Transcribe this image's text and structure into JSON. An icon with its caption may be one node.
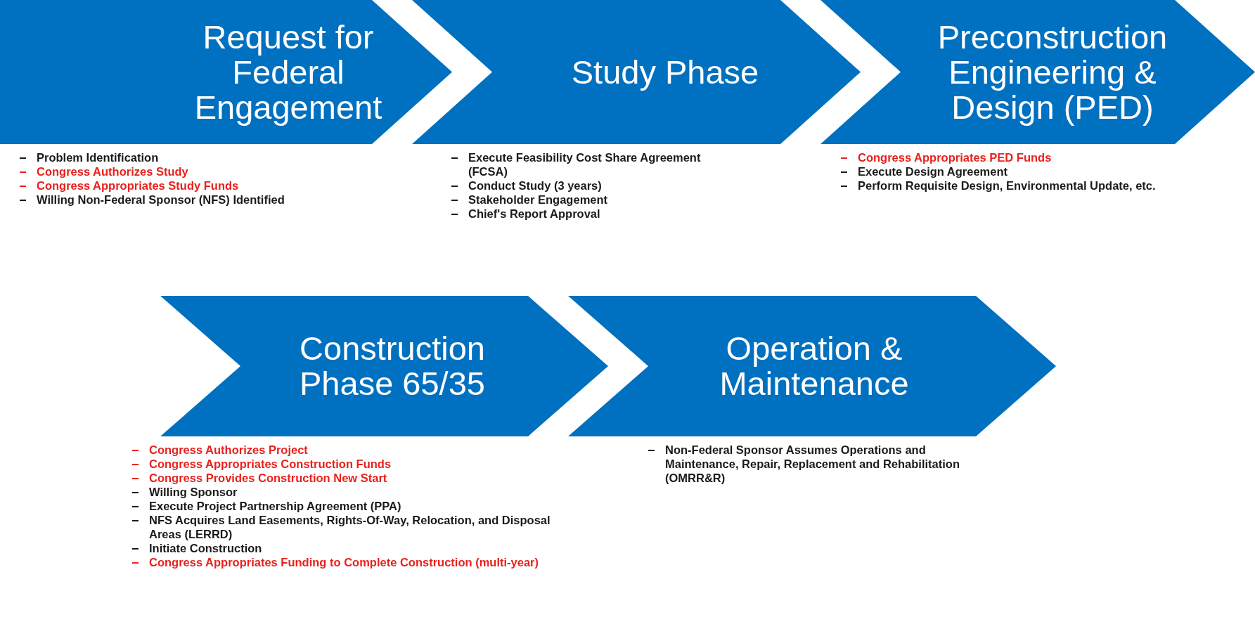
{
  "diagram": {
    "nodes": [
      {
        "text": [
          "Request for Federal Engagement"
        ],
        "beside": [
          "Problem Identification",
          "Congress Authorizes Study",
          "Congress Appropriates Study Funds",
          "Willing Non-Federal Sponsor (NFS) Identified"
        ]
      },
      {
        "text": [
          "Study Phase"
        ],
        "beside": [
          "Execute Feasibility Cost Share Agreement (FCSA)",
          "Conduct Study (3 years)",
          "Stakeholder Engagement",
          "Chief's Report Approval"
        ]
      },
      {
        "text": [
          "Preconstruction Engineering & Design (PED)"
        ],
        "beside": [
          "Congress Appropriates PED Funds",
          "Execute Design Agreement",
          "Perform Requisite Design, Environmental Update, etc."
        ]
      },
      {
        "text": [
          "Construction Phase 65/35"
        ],
        "beside": [
          "Congress Authorizes Project",
          "Congress Appropriates Construction Funds",
          "Congress Provides Construction New Start",
          "Willing Sponsor",
          "Execute Project Partnership Agreement (PPA)",
          "NFS Acquires Land Easements, Rights-Of-Way, Relocation, and Disposal Areas (LERRD)",
          "Initiate Construction",
          "Congress Appropriates Funding to Complete Construction (multi-year)"
        ]
      },
      {
        "text": [
          "Operation & Maintenance"
        ],
        "beside": [
          "Non-Federal Sponsor Assumes Operations and Maintenance, Repair, Replacement and Rehabilitation (OMRR&R)"
        ]
      }
    ]
  }
}
